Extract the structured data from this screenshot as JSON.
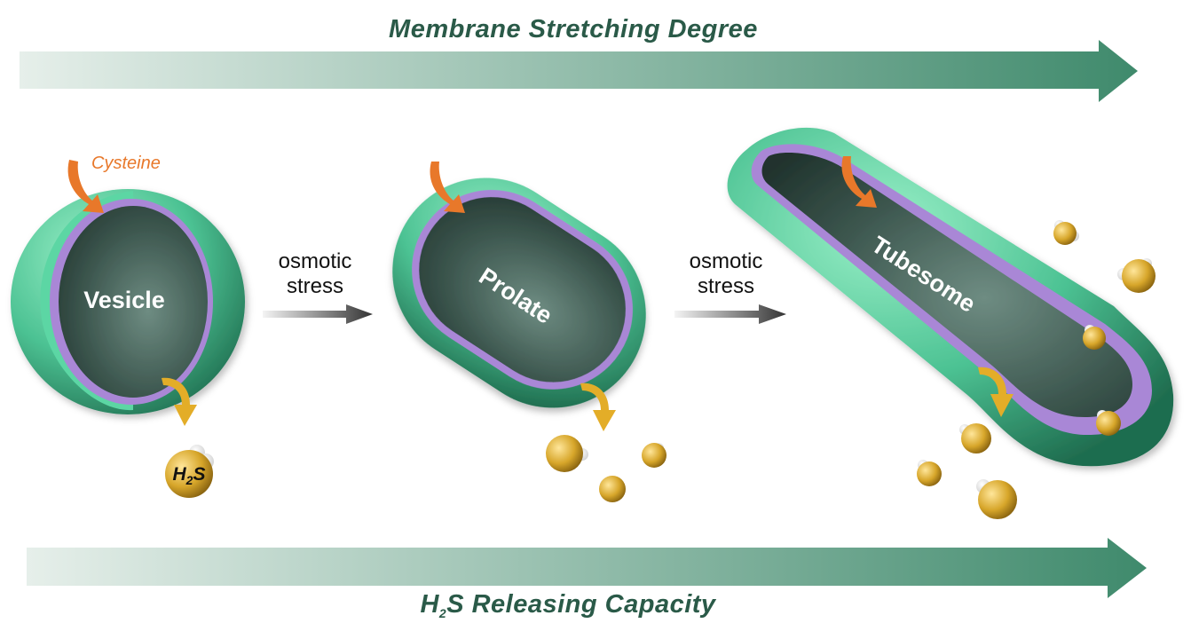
{
  "top_arrow": {
    "label": "Membrane Stretching Degree"
  },
  "bottom_arrow": {
    "label_prefix": "H",
    "label_sub": "2",
    "label_suffix": "S Releasing Capacity"
  },
  "steps": [
    {
      "line1": "osmotic",
      "line2": "stress"
    },
    {
      "line1": "osmotic",
      "line2": "stress"
    }
  ],
  "shapes": {
    "vesicle": "Vesicle",
    "prolate": "Prolate",
    "tubesome": "Tubesome"
  },
  "cysteine": "Cysteine",
  "h2s": {
    "prefix": "H",
    "sub": "2",
    "suffix": "S"
  },
  "colors": {
    "arrow": "#3f8a6c",
    "membrane_outer": "#52c79a",
    "membrane_inner": "#a987d6",
    "interior": "#2f4a42",
    "cysteine_arrow": "#e8782a",
    "release_arrow": "#e3ad28",
    "sulfur": "#d7a62a"
  }
}
